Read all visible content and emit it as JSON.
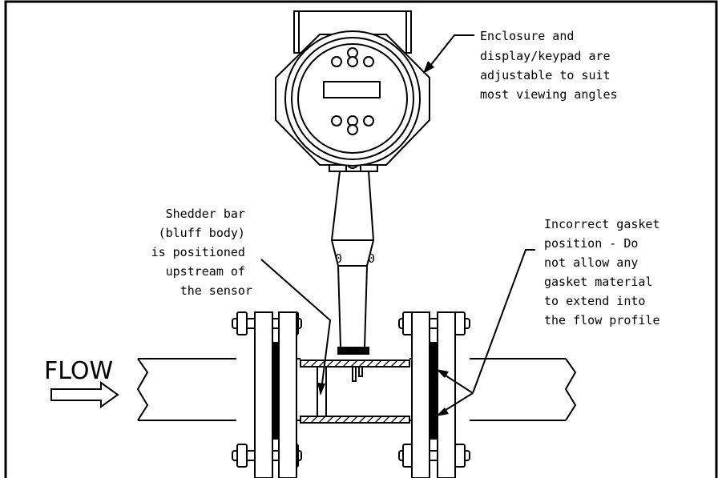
{
  "labels": {
    "flow": "FLOW",
    "enclosure": [
      "Enclosure and",
      "display/keypad are",
      "adjustable to suit",
      "most viewing angles"
    ],
    "shedder": [
      "Shedder bar",
      "(bluff body)",
      "is positioned",
      "upstream of",
      "the sensor"
    ],
    "gasket": [
      "Incorrect gasket",
      "position - Do",
      "not allow any",
      "gasket material",
      "to extend into",
      "the flow profile"
    ]
  },
  "colors": {
    "line": "#000000",
    "background": "#ffffff"
  }
}
